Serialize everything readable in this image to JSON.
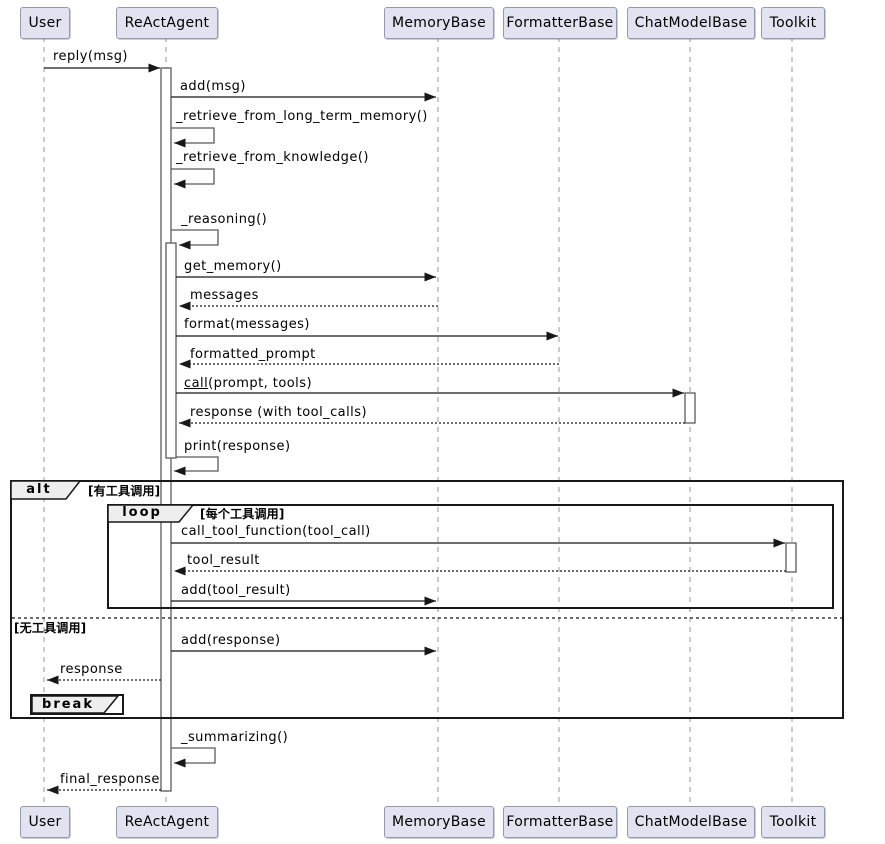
{
  "participants": [
    {
      "name": "User"
    },
    {
      "name": "ReActAgent"
    },
    {
      "name": "MemoryBase"
    },
    {
      "name": "FormatterBase"
    },
    {
      "name": "ChatModelBase"
    },
    {
      "name": "Toolkit"
    }
  ],
  "messages": {
    "reply": "reply(msg)",
    "add_msg": "add(msg)",
    "retrieve_ltm": "_retrieve_from_long_term_memory()",
    "retrieve_knowledge": "_retrieve_from_knowledge()",
    "reasoning": "_reasoning()",
    "get_memory": "get_memory()",
    "messages_return": "messages",
    "format": "format(messages)",
    "formatted_prompt": "formatted_prompt",
    "call_method": "call",
    "call_args": "(prompt, tools)",
    "model_response": "response (with tool_calls)",
    "print_response": "print(response)",
    "call_tool_function": "call_tool_function(tool_call)",
    "tool_result": "tool_result",
    "add_tool_result": "add(tool_result)",
    "add_response": "add(response)",
    "user_response": "response",
    "summarizing": "_summarizing()",
    "final_response": "final_response"
  },
  "fragments": {
    "alt": {
      "operator": "alt",
      "condition": "[有工具调用]",
      "else_condition": "[无工具调用]"
    },
    "loop": {
      "operator": "loop",
      "condition": "[每个工具调用]"
    },
    "break_frag": {
      "operator": "break"
    }
  },
  "colors": {
    "participant_fill": "#E2E2F0",
    "participant_border": "#9399B0",
    "lifeline": "#AAAAAA",
    "line": "#181818",
    "frame_label_fill": "#EEEEEE",
    "activation_fill": "#FFFFFF",
    "activation_border": "#5A5A5A"
  }
}
